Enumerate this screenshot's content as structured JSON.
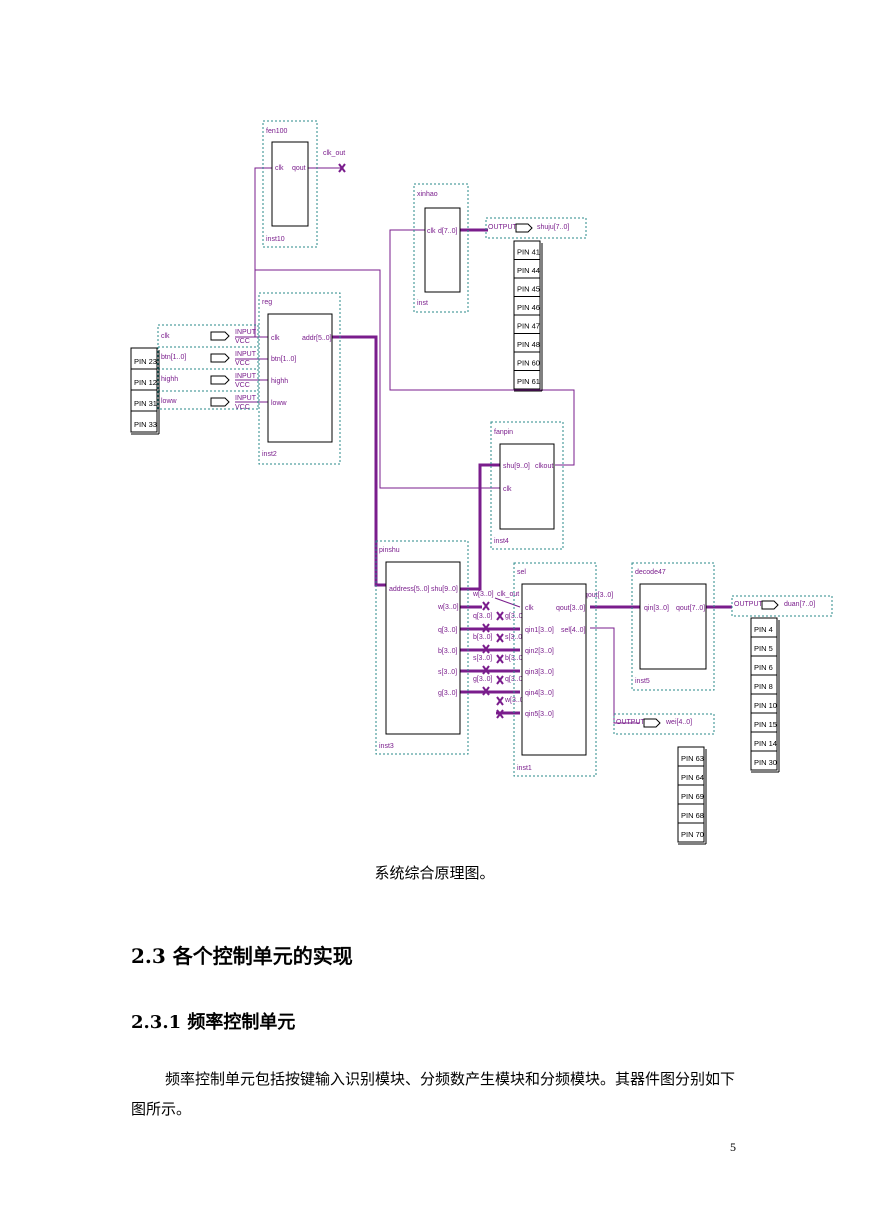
{
  "blocks": {
    "fen100": {
      "name": "fen100",
      "inst": "inst10",
      "ports_in": [
        "clk"
      ],
      "ports_out": [
        "qout"
      ]
    },
    "xinhao": {
      "name": "xinhao",
      "inst": "inst",
      "ports_in": [
        "clk"
      ],
      "ports_out": [
        "d[7..0]"
      ]
    },
    "reg": {
      "name": "reg",
      "inst": "inst2",
      "ports_in": [
        "clk",
        "btn[1..0]",
        "highh",
        "loww"
      ],
      "ports_out": [
        "addr[5..0]"
      ]
    },
    "fanpin": {
      "name": "fanpin",
      "inst": "inst4",
      "ports_in": [
        "shu[9..0]",
        "clk"
      ],
      "ports_out": [
        "clkout"
      ]
    },
    "pinshu": {
      "name": "pinshu",
      "inst": "inst3",
      "ports_in": [
        "address[5..0]"
      ],
      "ports_out": [
        "shu[9..0]",
        "w[3..0]",
        "q[3..0]",
        "b[3..0]",
        "s[3..0]",
        "g[3..0]"
      ]
    },
    "sel": {
      "name": "sel",
      "inst": "inst1",
      "ports_in": [
        "clk",
        "qin1[3..0]",
        "qin2[3..0]",
        "qin3[3..0]",
        "qin4[3..0]",
        "qin5[3..0]"
      ],
      "ports_out": [
        "qout[3..0]",
        "sel[4..0]"
      ]
    },
    "decode47": {
      "name": "decode47",
      "inst": "inst5",
      "ports_in": [
        "qin[3..0]"
      ],
      "ports_out": [
        "qout[7..0]"
      ]
    }
  },
  "io": {
    "clk_out": "clk_out",
    "clk_out2": "clk_out",
    "input_tag": "INPUT",
    "vcc_tag": "VCC",
    "output_tag": "OUTPUT",
    "inputs": [
      "clk",
      "btn[1..0]",
      "highh",
      "loww"
    ],
    "shuju": "shuju[7..0]",
    "duan": "duan[7..0]",
    "wei": "wei[4..0]"
  },
  "wire_labels": {
    "pin_out": [
      "w[3..0]",
      "q[3..0]",
      "b[3..0]",
      "s[3..0]",
      "g[3..0]"
    ],
    "sel_in": [
      "g[3..0]",
      "s[3..0]",
      "b[3..0]",
      "q[3..0]",
      "w[3..0]"
    ],
    "qout_tag": "qout[3..0]"
  },
  "pins": {
    "inputs": [
      "PIN_23",
      "PIN_12",
      "PIN_31",
      "PIN_33"
    ],
    "shuju": [
      "PIN_41",
      "PIN_44",
      "PIN_45",
      "PIN_46",
      "PIN_47",
      "PIN_48",
      "PIN_60",
      "PIN_61"
    ],
    "duan": [
      "PIN_4",
      "PIN_5",
      "PIN_6",
      "PIN_8",
      "PIN_10",
      "PIN_15",
      "PIN_14",
      "PIN_30"
    ],
    "wei": [
      "PIN_63",
      "PIN_64",
      "PIN_69",
      "PIN_68",
      "PIN_70"
    ]
  },
  "text": {
    "caption": "系统综合原理图。",
    "section_heading": "2.3 各个控制单元的实现",
    "subsection_heading": "2.3.1 频率控制单元",
    "paragraph": "频率控制单元包括按键输入识别模块、分频数产生模块和分频模块。其器件图分别如下图所示。",
    "page_number": "5"
  },
  "colors": {
    "wire": "#7a1d8c",
    "bus": "#7a1d8c",
    "frame": "#2a8a8a",
    "port": "#1f5fd6"
  }
}
